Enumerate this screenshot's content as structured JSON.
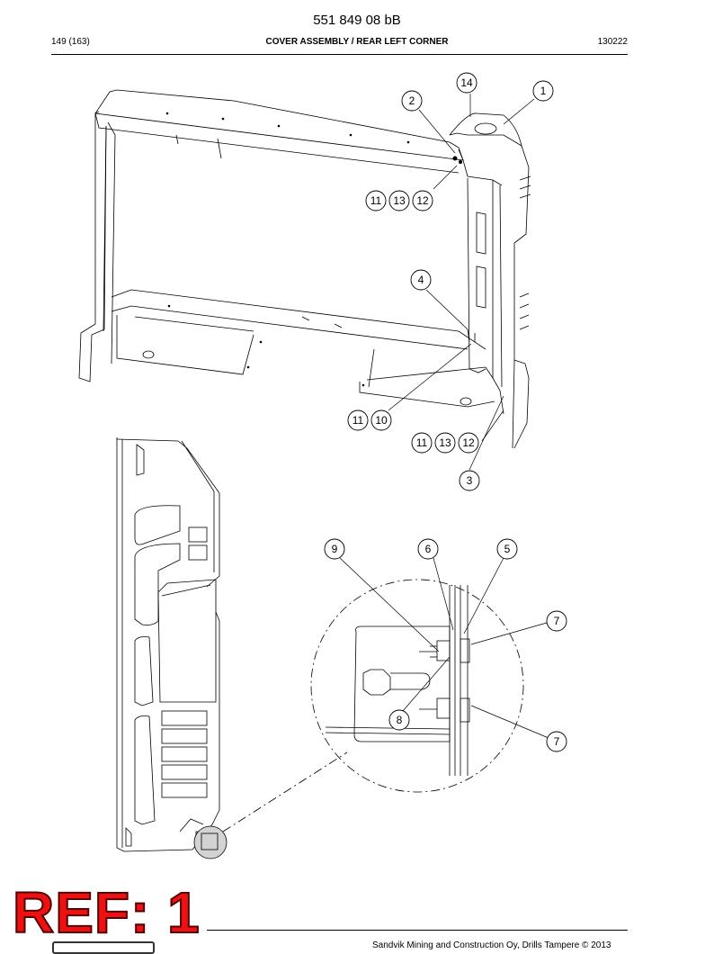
{
  "header": {
    "doc_number": "551 849 08 bB",
    "page": "149 (163)",
    "title": "COVER ASSEMBLY / REAR LEFT CORNER",
    "date_code": "130222"
  },
  "callouts": {
    "c1": "1",
    "c2": "2",
    "c3": "3",
    "c4": "4",
    "c5": "5",
    "c6": "6",
    "c7a": "7",
    "c7b": "7",
    "c8": "8",
    "c9": "9",
    "c14": "14",
    "g1a": "11",
    "g1b": "13",
    "g1c": "12",
    "g2a": "11",
    "g2b": "10",
    "g3a": "11",
    "g3b": "13",
    "g3c": "12"
  },
  "stamp": {
    "text": "REF: 1"
  },
  "footer": {
    "text": "Sandvik Mining and Construction Oy, Drills Tampere © 2013"
  }
}
